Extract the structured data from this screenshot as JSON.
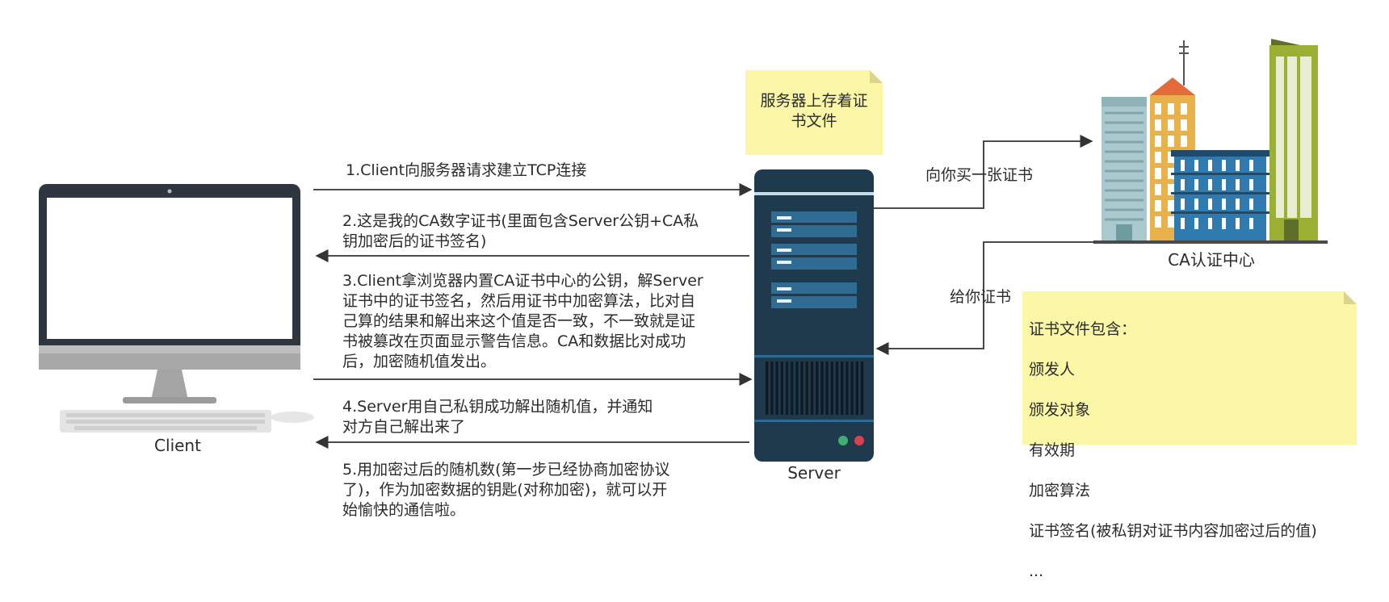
{
  "client": {
    "label": "Client"
  },
  "server": {
    "label": "Server"
  },
  "ca": {
    "label": "CA认证中心"
  },
  "server_note": "服务器上存着证\n书文件",
  "cert_note": {
    "title": "证书文件包含：",
    "items": [
      "颁发人",
      "颁发对象",
      "有效期",
      "加密算法",
      "证书签名(被私钥对证书内容加密过后的值)",
      "..."
    ]
  },
  "steps": {
    "s1": "1.Client向服务器请求建立TCP连接",
    "s2": "2.这是我的CA数字证书(里面包含Server公钥+CA私\n钥加密后的证书签名)",
    "s3": "3.Client拿浏览器内置CA证书中心的公钥，解Server\n证书中的证书签名，然后用证书中加密算法，比对自\n己算的结果和解出来这个值是否一致，不一致就是证\n书被篡改在页面显示警告信息。CA和数据比对成功\n后，加密随机值发出。",
    "s4": "4.Server用自己私钥成功解出随机值，并通知\n对方自己解出来了",
    "s5": "5.用加密过后的随机数(第一步已经协商加密协议\n了)，作为加密数据的钥匙(对称加密)，就可以开\n始愉快的通信啦。"
  },
  "ca_flow": {
    "buy": "向你买一张证书",
    "give": "给你证书"
  },
  "colors": {
    "note_yellow": "#fbf7a6",
    "server_dark": "#1f3a4d",
    "server_blue": "#2e6c93",
    "monitor_dark": "#2f3640"
  }
}
